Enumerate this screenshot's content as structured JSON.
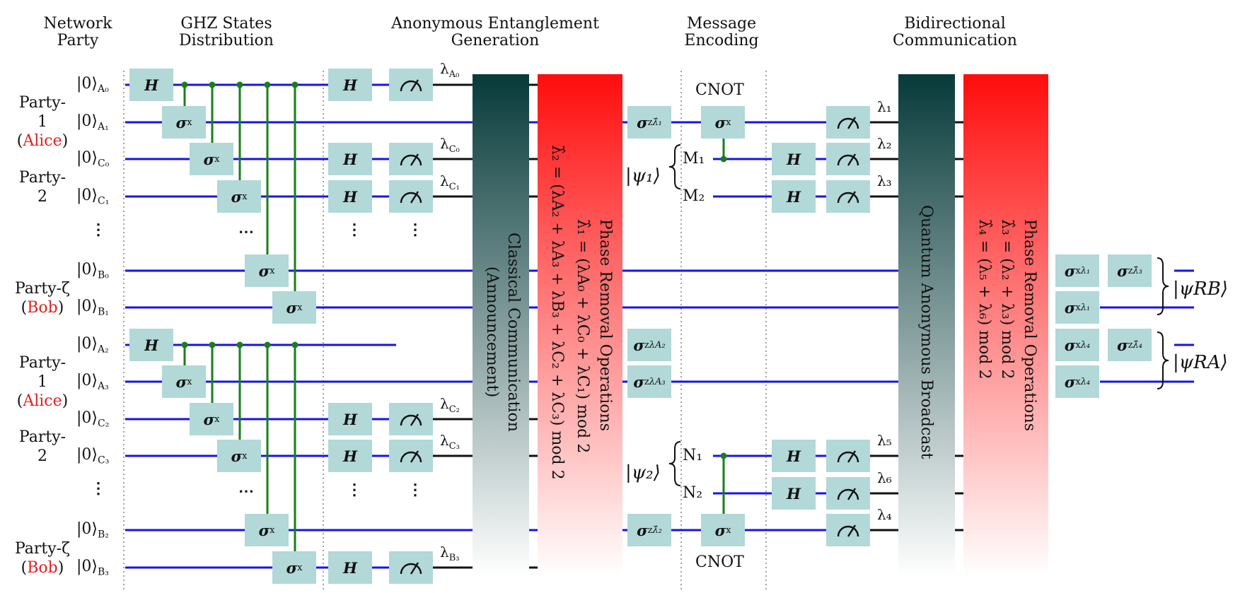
{
  "headers": {
    "party": "Network Party",
    "ghz": "GHZ States Distribution",
    "anon": "Anonymous Entanglement Generation",
    "msg": "Message Encoding",
    "bidir": "Bidirectional Communication"
  },
  "parties": {
    "p1": "Party-1",
    "alice": "Alice",
    "p2": "Party-2",
    "pz": "Party-ζ",
    "bob": "Bob"
  },
  "qubits": [
    "A0",
    "A1",
    "C0",
    "C1",
    "B0",
    "B1",
    "A2",
    "A3",
    "C2",
    "C3",
    "B2",
    "B3"
  ],
  "gates": {
    "h": "H",
    "x": "σ",
    "x_sub": "x",
    "z": "σ",
    "z_sub": "z"
  },
  "columns": {
    "classical": "Classical Communication (Announcement)",
    "phase_removal": "Phase Removal Operations",
    "quantum_broadcast": "Quantum Anonymous Broadcast",
    "cnot": "CNOT"
  },
  "formulas": {
    "l1": "λ̂₁ = (λA₀ + λC₀ + λC₁)  mod 2",
    "l2": "λ̂₂ = (λA₂ + λA₃ + λB₃ + λC₂ + λC₃)  mod 2",
    "l3": "λ̂₃ = (λ₂ + λ₃)  mod 2",
    "l4": "λ̂₄ = (λ₅ + λ₆)  mod 2"
  },
  "states": {
    "psi1": "|ψ₁⟩",
    "psi2": "|ψ₂⟩",
    "psiRB": "|ψRB⟩",
    "psiRA": "|ψRA⟩",
    "m1": "M₁",
    "m2": "M₂",
    "n1": "N₁",
    "n2": "N₂"
  },
  "dots": "⋮",
  "hdots": "⋯",
  "colors": {
    "wire": "#1515e6",
    "classical": "#111111",
    "control": "#1b7d1b",
    "gate_fill": "#b2d8d8",
    "teal": "#073a3a",
    "red": "#ff1010",
    "accent": "#e02020"
  }
}
